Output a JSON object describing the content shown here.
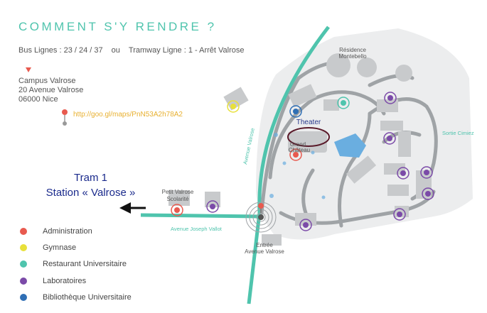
{
  "header": {
    "title": "COMMENT S'Y RENDRE ?",
    "bus": "Bus Lignes : 23 / 24 / 37",
    "sep": "ou",
    "tram": "Tramway Ligne : 1 - Arrêt Valrose"
  },
  "address": {
    "line1": "Campus Valrose",
    "line2": "20 Avenue Valrose",
    "line3": "06000 Nice",
    "link": "http://goo.gl/maps/PnN53A2h78A2"
  },
  "tram": {
    "line1": "Tram 1",
    "line2": "Station « Valrose »"
  },
  "map_labels": {
    "residence1": "Résidence",
    "residence2": "Montebello",
    "theater": "Theater",
    "chateau1": "Grand",
    "chateau2": "Château",
    "sortie": "Sortie Cimiez",
    "avenue_valrose": "Avenue Valrose",
    "petit1": "Petit Valrose",
    "petit2": "Scolarité",
    "vallot": "Avenue Joseph Vallot",
    "entree1": "Entrée",
    "entree2": "Avenue Valrose"
  },
  "legend": [
    {
      "label": "Administration",
      "color": "#e85a4f"
    },
    {
      "label": "Gymnase",
      "color": "#e8e03a"
    },
    {
      "label": "Restaurant Universitaire",
      "color": "#4fc4ad"
    },
    {
      "label": "Laboratoires",
      "color": "#7b4aa8"
    },
    {
      "label": "Bibliothèque Universitaire",
      "color": "#2f6fb5"
    }
  ],
  "colors": {
    "road": "#4fc4ad",
    "path": "#9fa3a6",
    "building": "#c8cacc",
    "water": "#6aaee0",
    "link": "#e8b030",
    "theater_ring": "#5a1a2a"
  }
}
